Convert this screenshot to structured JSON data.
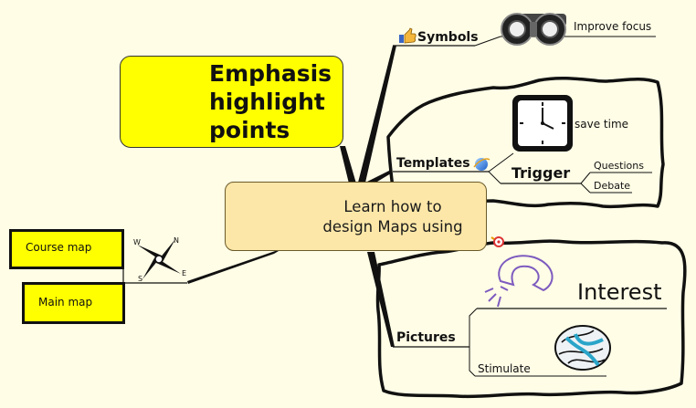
{
  "central": {
    "line1": "Learn how to",
    "line2": "design Maps using"
  },
  "emphasis": {
    "line1": "Emphasis",
    "line2": "highlight",
    "line3": "points"
  },
  "links": {
    "course_map": "Course map",
    "main_map": "Main map"
  },
  "branches": {
    "symbols": {
      "label": "Symbols",
      "child": "Improve focus"
    },
    "templates": {
      "label": "Templates",
      "clock_note": "save time",
      "trigger": "Trigger",
      "questions": "Questions",
      "debate": "Debate"
    },
    "pictures": {
      "label": "Pictures",
      "interest": "Interest",
      "stimulate": "Stimulate"
    }
  },
  "colors": {
    "background": "#fffde6",
    "central_fill": "#fde7a8",
    "highlight": "#ffff00",
    "line": "#111111",
    "ie_blue": "#2a6fd6",
    "magnet": "#7d5bbf"
  },
  "icons": [
    "thumbs-up-icon",
    "binoculars-icon",
    "clock-icon",
    "ie-icon",
    "key-icon",
    "compass-icon",
    "map-icon",
    "magnet-icon",
    "brain-icon",
    "target-icon"
  ]
}
